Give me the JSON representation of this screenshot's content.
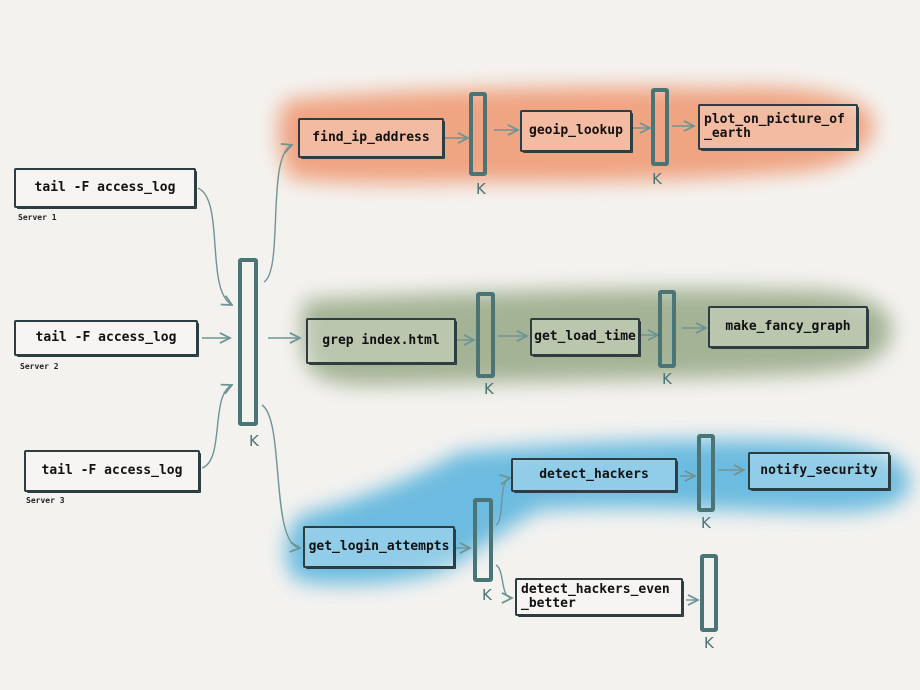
{
  "sources": [
    {
      "command": "tail -F access_log",
      "server": "Server 1"
    },
    {
      "command": "tail -F access_log",
      "server": "Server 2"
    },
    {
      "command": "tail -F access_log",
      "server": "Server 3"
    }
  ],
  "queue_label": "K",
  "pipelines": {
    "geo": {
      "color": "#ee8a5e",
      "steps": [
        "find_ip_address",
        "geoip_lookup",
        "plot_on_picture_of\n_earth"
      ]
    },
    "load": {
      "color": "#8a9e77",
      "steps": [
        "grep index.html",
        "get_load_time",
        "make_fancy_graph"
      ]
    },
    "security": {
      "color": "#4aaedc",
      "steps": [
        "get_login_attempts",
        "detect_hackers",
        "notify_security",
        "detect_hackers_even\n_better"
      ]
    }
  }
}
